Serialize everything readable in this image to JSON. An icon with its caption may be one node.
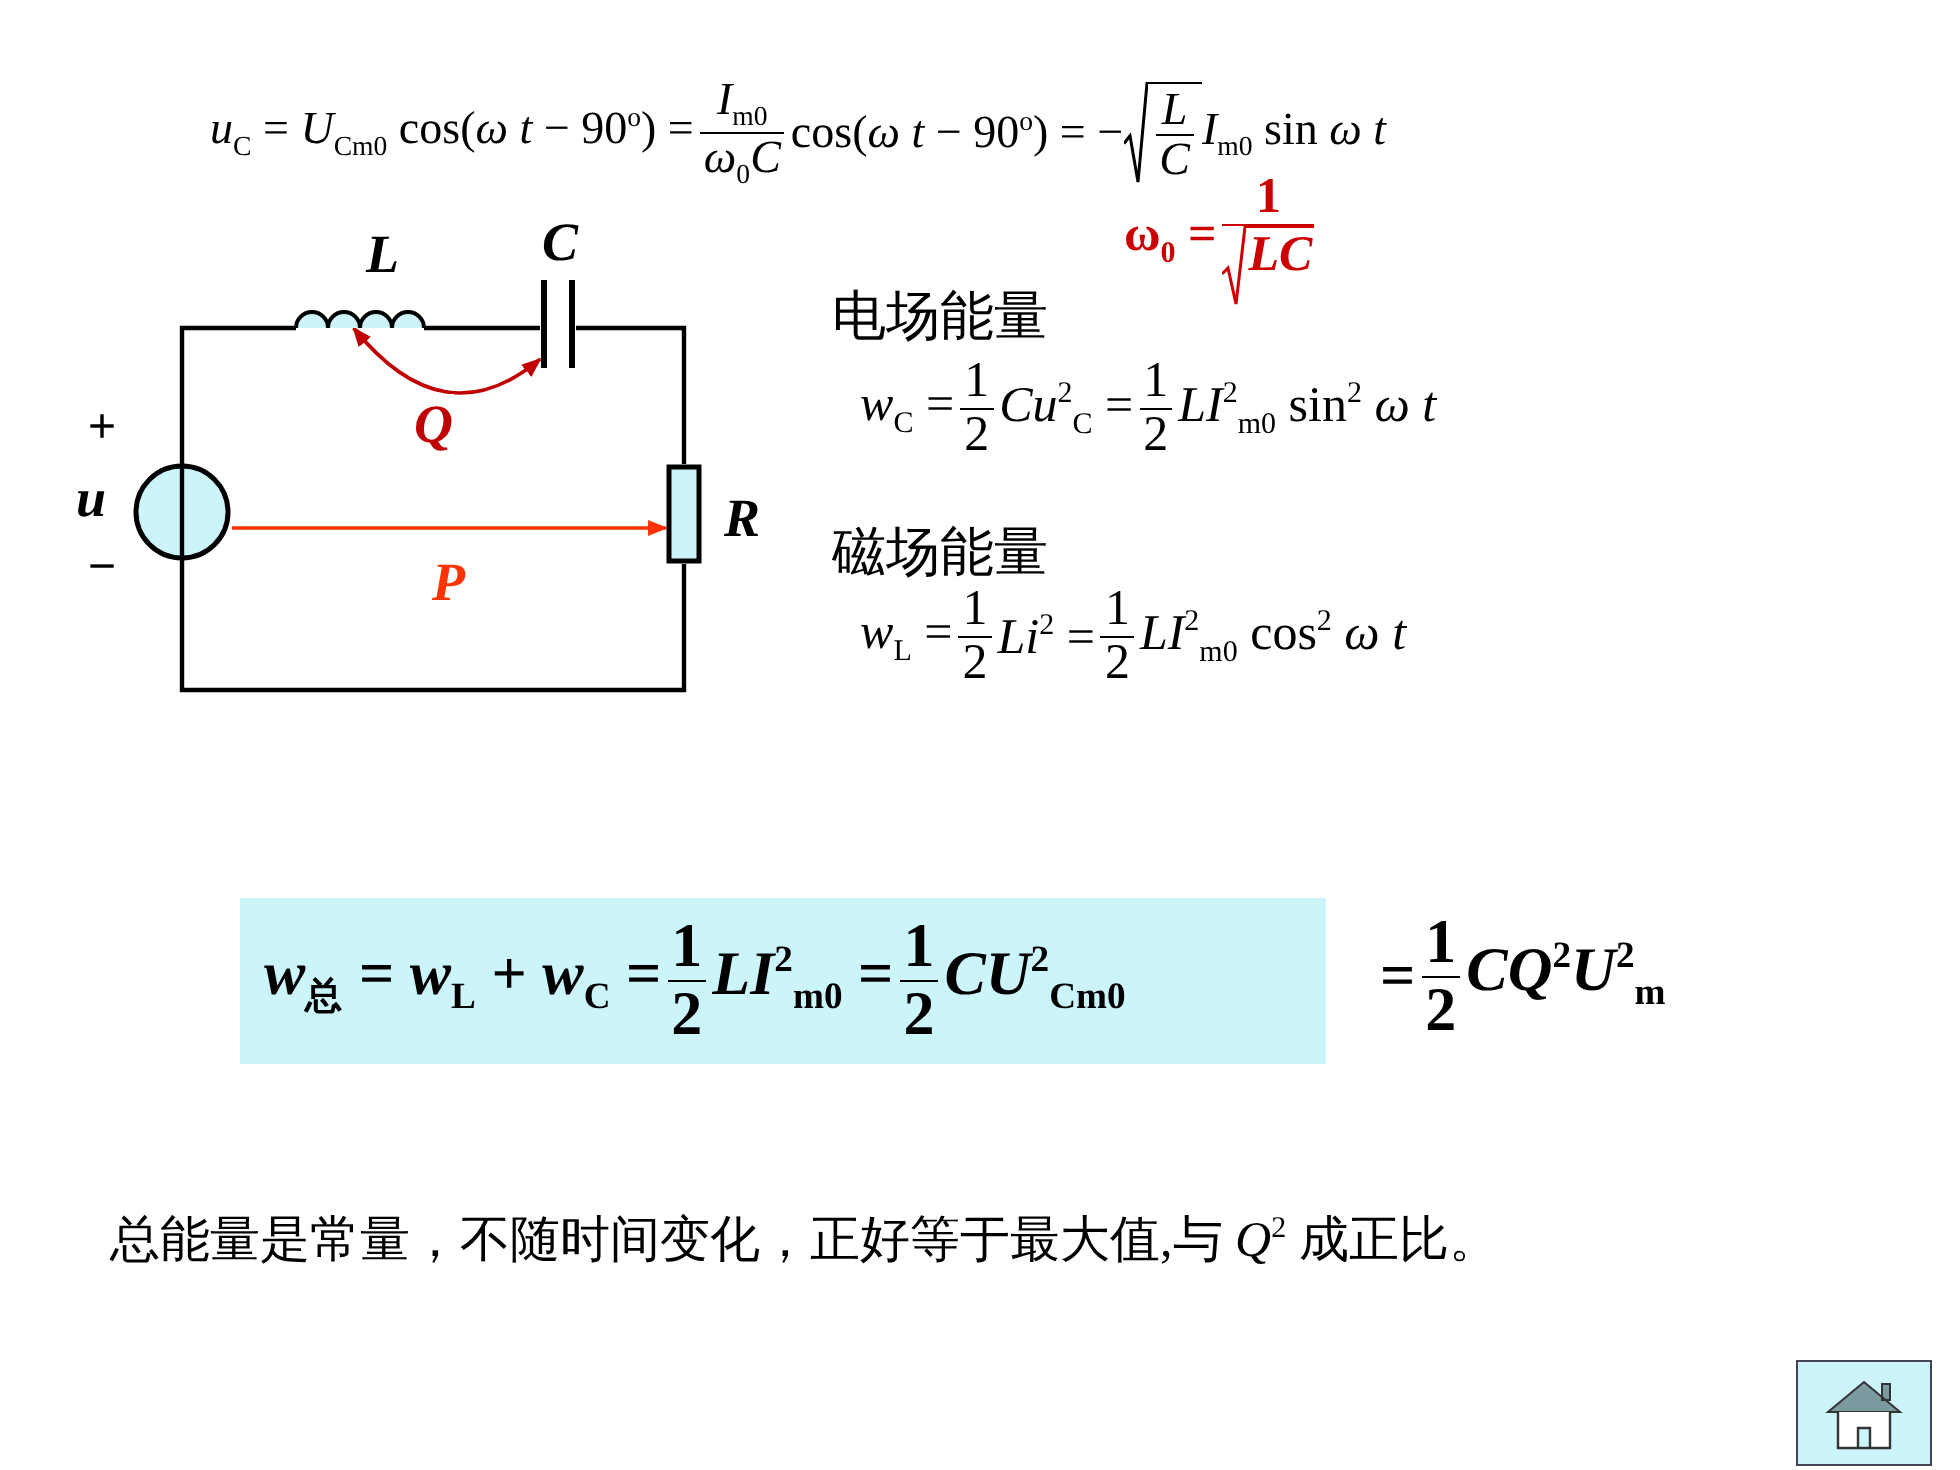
{
  "diagram": {
    "nodes": [
      {
        "text": [],
        "shape": "coil",
        "beside": [
          "L"
        ]
      },
      {
        "text": [],
        "shape": "capacitor",
        "beside": [
          "C"
        ]
      },
      {
        "text": [],
        "shape": "circle",
        "beside": [
          "+",
          "u",
          "−"
        ]
      },
      {
        "text": [],
        "shape": "box",
        "beside": [
          "R"
        ]
      },
      {
        "text": [
          "*w*$_{总}$ = *w*$_{L}$ + *w*$_{C}$ =",
          "1",
          "2",
          "*LI*$^{2}$$_{m0}$ =",
          "1",
          "2",
          "*CU*$^{2}$$_{Cm0}$"
        ]
      }
    ],
    "edges": [
      {
        "from": 2,
        "to": 0,
        "arrow": "none"
      },
      {
        "from": 0,
        "to": 1,
        "arrow": "none"
      },
      {
        "from": 1,
        "to": 3,
        "arrow": "none"
      },
      {
        "from": 3,
        "to": 2,
        "arrow": "none"
      },
      {
        "from": 0,
        "to": 1,
        "arrow": "both",
        "label": "Q",
        "color": "#c00000"
      },
      {
        "from": 2,
        "to": 3,
        "arrow": "to",
        "label": "P",
        "color": "#ff3300"
      }
    ],
    "labels": [
      "*u*$_{C}$ = *U*$_{Cm0}$ cos(*ω t* − 90$^{o}$) =",
      "*I*$_{m0}$",
      "*ω*$_{0}$*C*",
      "cos(*ω t* − 90$^{o}$) = −",
      "*L*",
      "*C*",
      "*I*$_{m0}$ sin *ω t*",
      "ω$_{0}$ =",
      "1",
      "*LC*",
      "电场能量",
      "*w*$_{C}$ =",
      "1",
      "2",
      "*Cu*$^{2}$$_{C}$ =",
      "1",
      "2",
      "*LI*$^{2}$$_{m0}$ sin$^{2}$ *ω t*",
      "磁场能量",
      "*w*$_{L}$ =",
      "1",
      "2",
      "*Li*$^{2}$ =",
      "1",
      "2",
      "*LI*$^{2}$$_{m0}$ cos$^{2}$ *ω t*",
      "=",
      "1",
      "2",
      "*CQ*$^{2}$*U*$^{2}$$_{m}$",
      "总能量是常量，不随时间变化，正好等于最大值,与 *Q*$^{2}$ 成正比。"
    ]
  }
}
